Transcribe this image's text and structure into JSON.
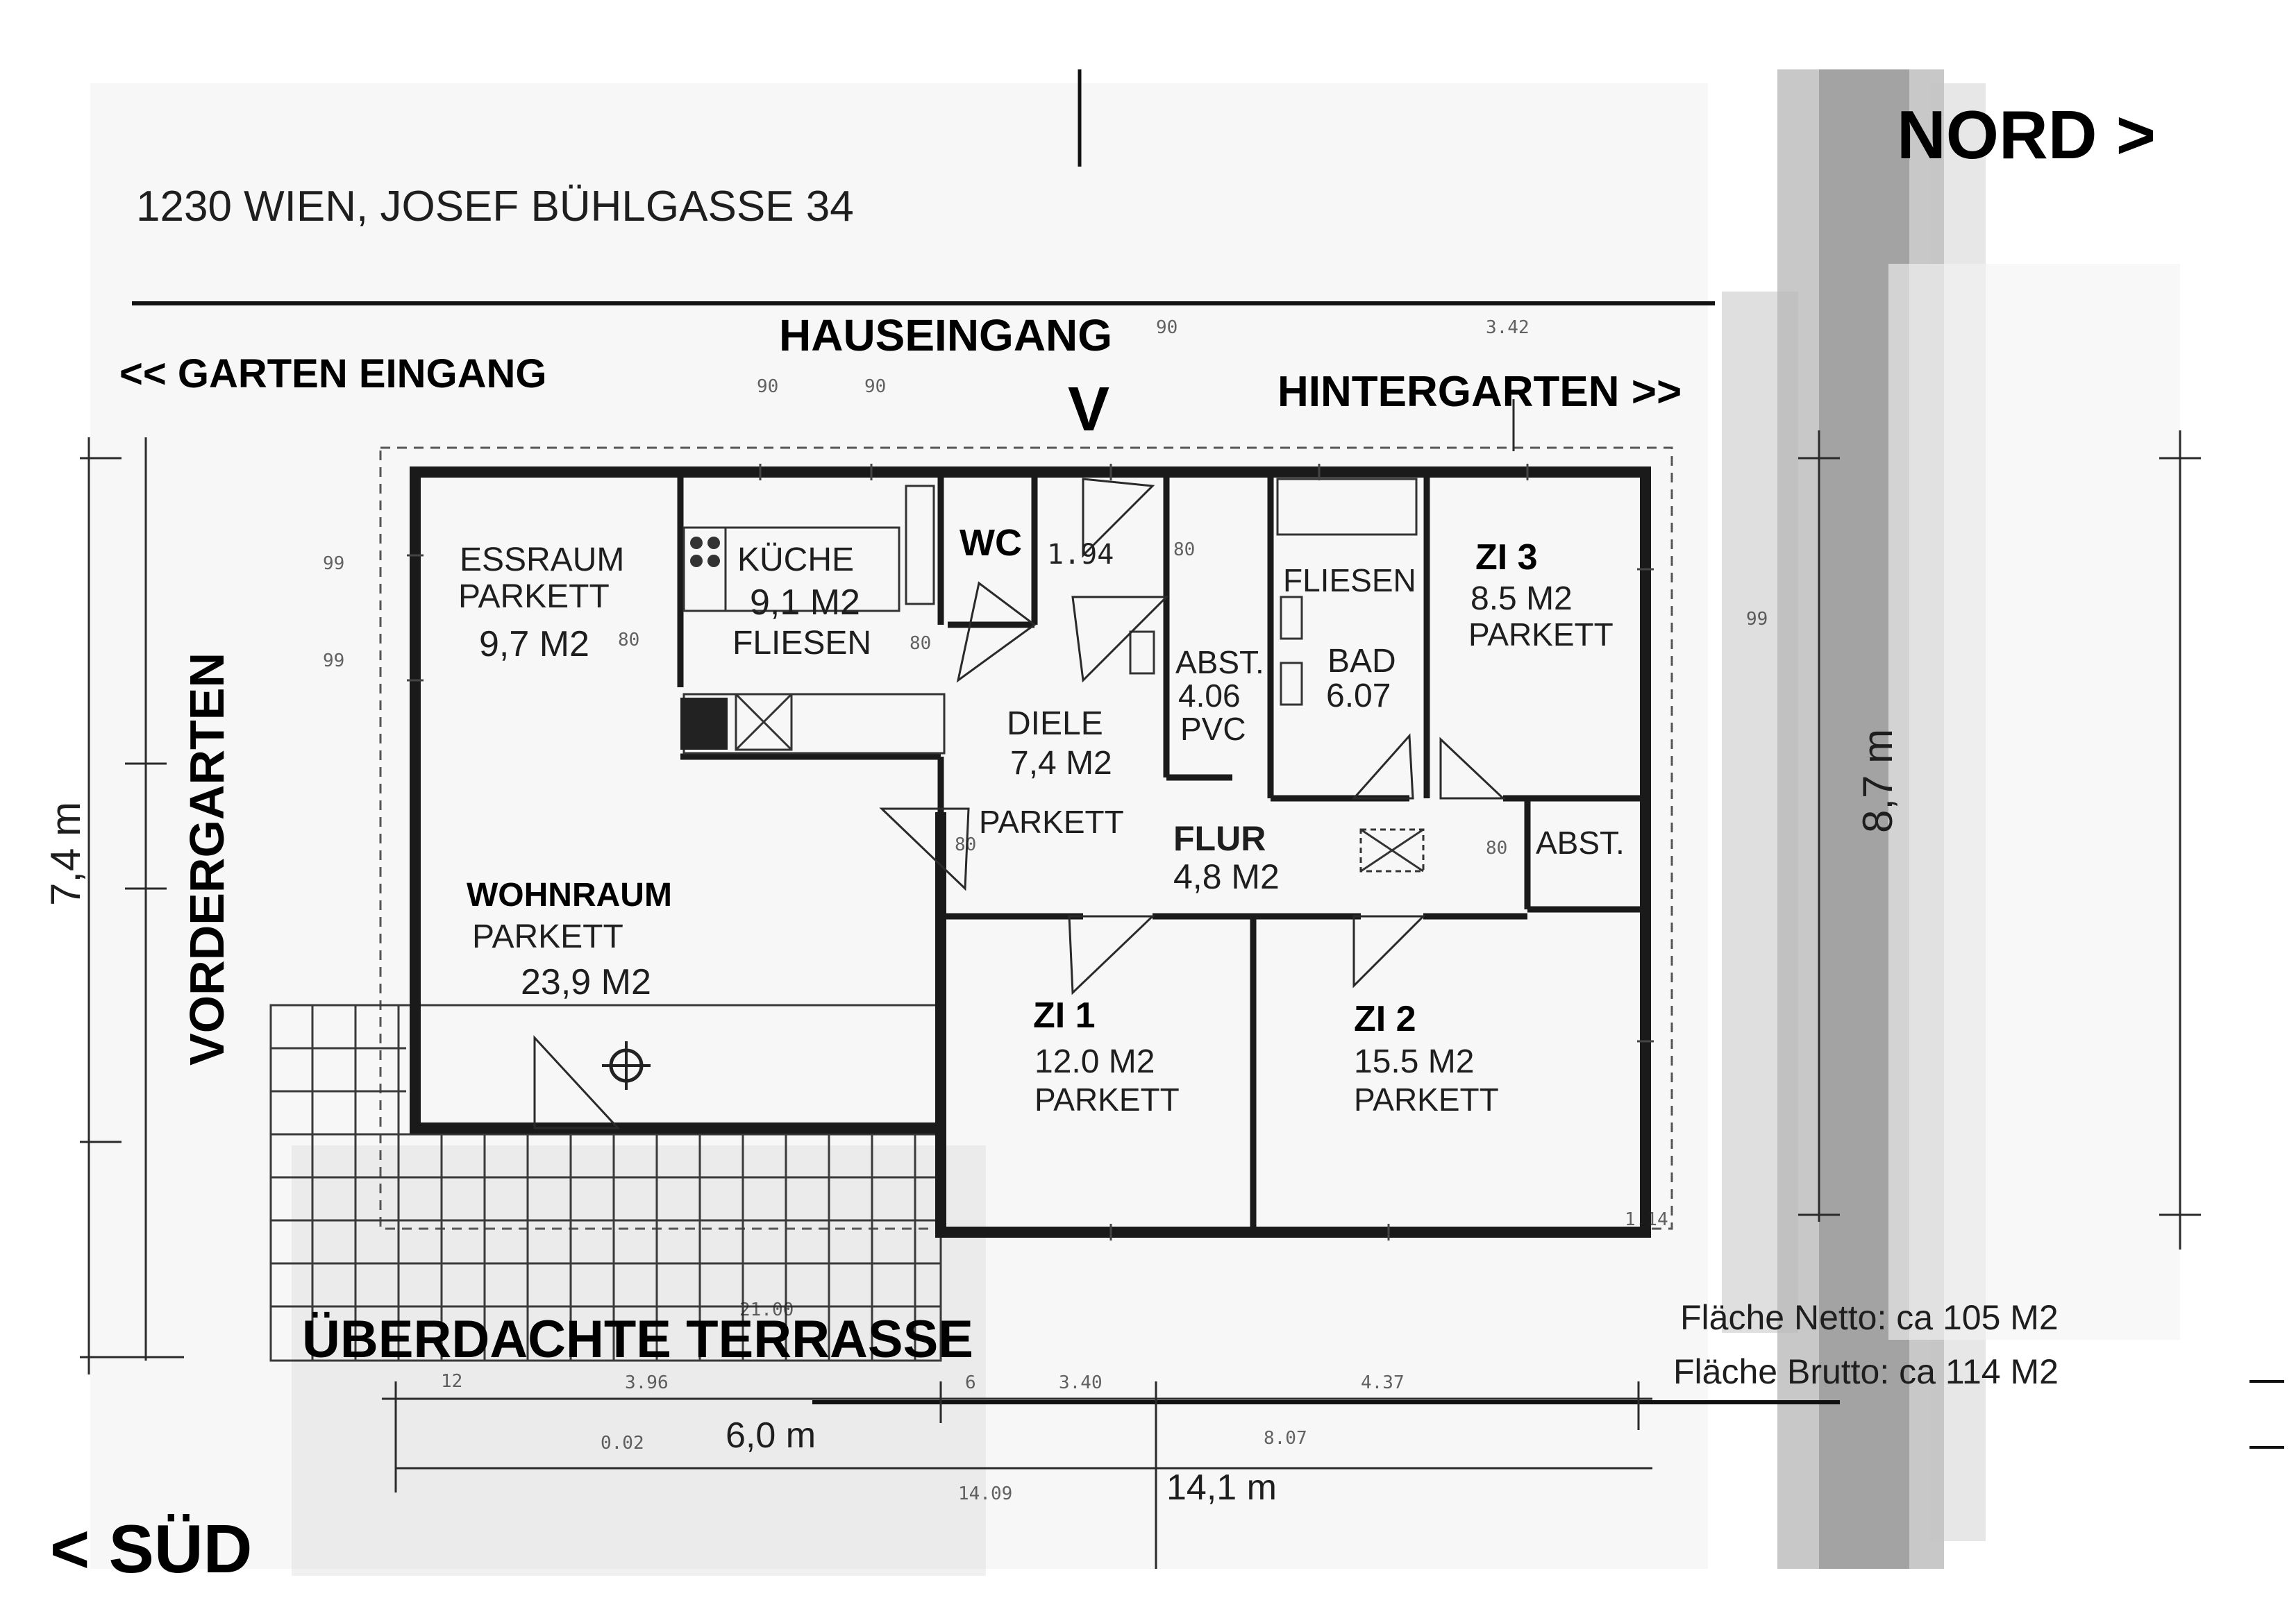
{
  "address": "1230 WIEN, JOSEF BÜHLGASSE 34",
  "compass": {
    "north": "NORD >",
    "south": "< SÜD"
  },
  "outside": {
    "entrance": "HAUSEINGANG",
    "entrance_marker": "V",
    "garden_entrance": "<< GARTEN EINGANG",
    "back_garden": "HINTERGARTEN >>",
    "front_garden": "VORDERGARTEN",
    "terrace": "ÜBERDACHTE TERRASSE"
  },
  "rooms": {
    "essraum": {
      "name": "ESSRAUM",
      "floor": "PARKETT",
      "area": "9,7 M2"
    },
    "kueche": {
      "name": "KÜCHE",
      "area": "9,1 M2",
      "floor": "FLIESEN"
    },
    "wc": {
      "name": "WC",
      "area": "1.94"
    },
    "abst1": {
      "name": "ABST.",
      "area": "4.06",
      "floor": "PVC"
    },
    "bad": {
      "floor": "FLIESEN",
      "name": "BAD",
      "area": "6.07"
    },
    "zi3": {
      "name": "ZI 3",
      "area": "8.5 M2",
      "floor": "PARKETT"
    },
    "diele": {
      "name": "DIELE",
      "area": "7,4 M2",
      "floor": "PARKETT"
    },
    "flur": {
      "name": "FLUR",
      "area": "4,8 M2"
    },
    "abst2": {
      "name": "ABST."
    },
    "wohnraum": {
      "name": "WOHNRAUM",
      "floor": "PARKETT",
      "area": "23,9 M2"
    },
    "zi1": {
      "name": "ZI 1",
      "area": "12.0 M2",
      "floor": "PARKETT"
    },
    "zi2": {
      "name": "ZI 2",
      "area": "15.5 M2",
      "floor": "PARKETT"
    }
  },
  "dimensions": {
    "left_height": "7,4 m",
    "right_height": "8,7 m",
    "terrace_width": "6,0 m",
    "total_width": "14,1 m"
  },
  "area_summary": {
    "netto": "Fläche Netto: ca 105 M2",
    "brutto": "Fläche Brutto: ca 114 M2"
  }
}
